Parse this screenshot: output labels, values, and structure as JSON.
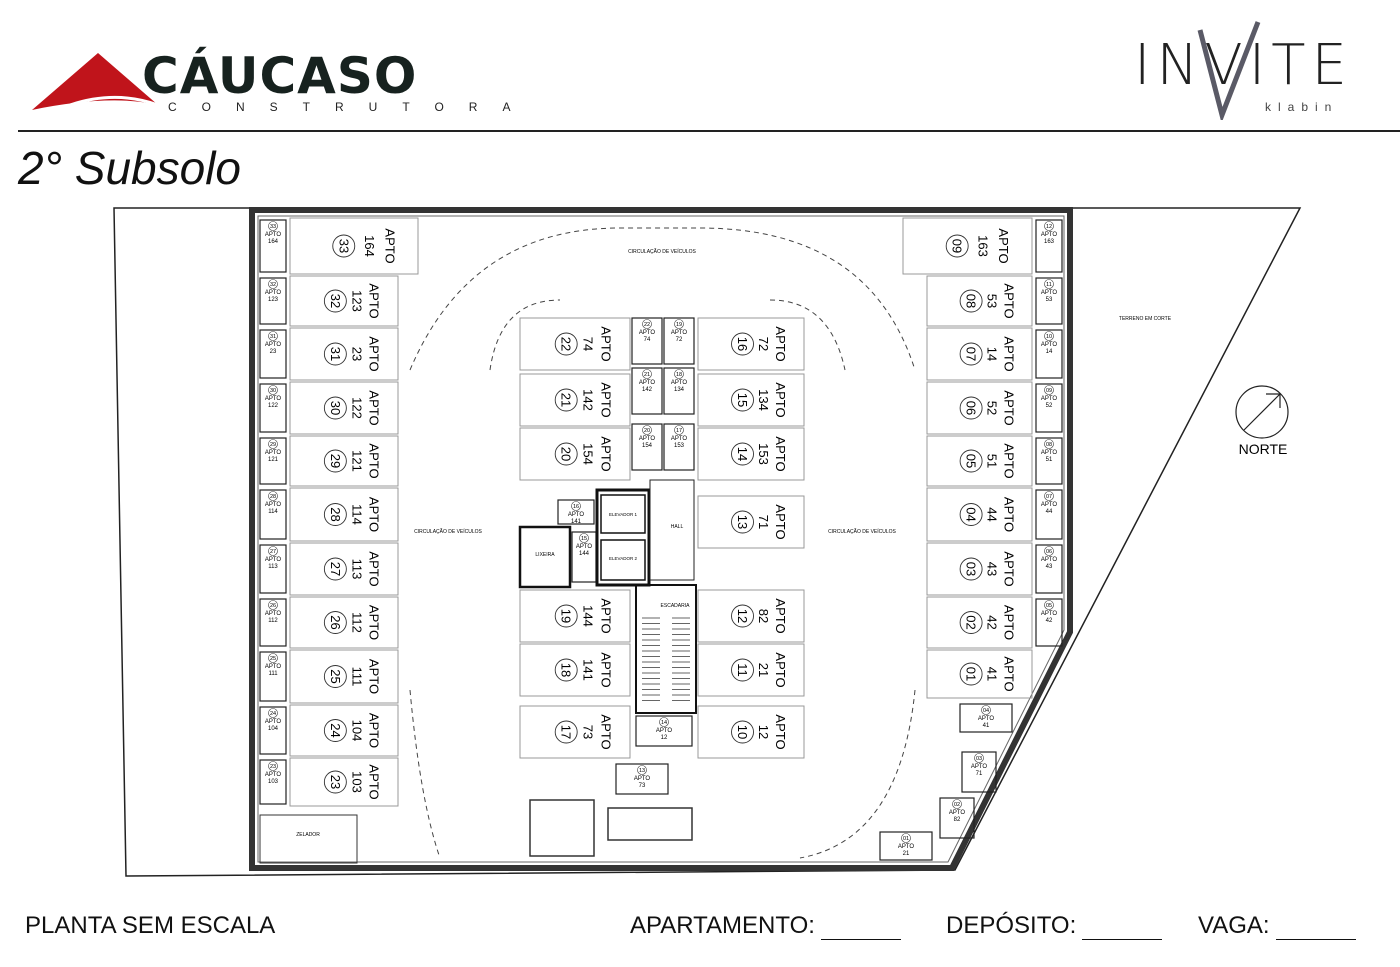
{
  "header": {
    "brand_left": "CÁUCASO",
    "brand_left_sub": "CONSTRUTORA",
    "brand_right": "INVITE",
    "brand_right_sub": "klabin",
    "title": "2° Subsolo"
  },
  "plan": {
    "north_label": "NORTE",
    "unit_prefix": "APTO",
    "circulation_label": "CIRCULAÇÃO DE VEÍCULOS",
    "small_labels": {
      "lift1": "ELEVADOR 1",
      "lift2": "ELEVADOR 2",
      "hall": "HALL",
      "stair": "ESCADARIA",
      "lixeira": "LIXEIRA",
      "zelador": "ZELADOR",
      "terreno": "TERRENO EM CORTE"
    },
    "left_stalls": [
      {
        "vaga": "33",
        "apto": "164"
      },
      {
        "vaga": "32",
        "apto": "123"
      },
      {
        "vaga": "31",
        "apto": "23"
      },
      {
        "vaga": "30",
        "apto": "122"
      },
      {
        "vaga": "29",
        "apto": "121"
      },
      {
        "vaga": "28",
        "apto": "114"
      },
      {
        "vaga": "27",
        "apto": "113"
      },
      {
        "vaga": "26",
        "apto": "112"
      },
      {
        "vaga": "25",
        "apto": "111"
      },
      {
        "vaga": "24",
        "apto": "104"
      },
      {
        "vaga": "23",
        "apto": "103"
      }
    ],
    "right_stalls": [
      {
        "vaga": "09",
        "apto": "163",
        "dep": "12",
        "dep_apto": "163"
      },
      {
        "vaga": "08",
        "apto": "53",
        "dep": "11",
        "dep_apto": "53"
      },
      {
        "vaga": "07",
        "apto": "14",
        "dep": "10",
        "dep_apto": "14"
      },
      {
        "vaga": "06",
        "apto": "52",
        "dep": "09",
        "dep_apto": "52"
      },
      {
        "vaga": "05",
        "apto": "51",
        "dep": "08",
        "dep_apto": "51"
      },
      {
        "vaga": "04",
        "apto": "44",
        "dep": "07",
        "dep_apto": "44"
      },
      {
        "vaga": "03",
        "apto": "43",
        "dep": "06",
        "dep_apto": "43"
      },
      {
        "vaga": "02",
        "apto": "42",
        "dep": "05",
        "dep_apto": "42"
      },
      {
        "vaga": "01",
        "apto": "41",
        "dep": null,
        "dep_apto": null
      }
    ],
    "center_left_stalls": [
      {
        "vaga": "22",
        "apto": "74"
      },
      {
        "vaga": "21",
        "apto": "142"
      },
      {
        "vaga": "20",
        "apto": "154"
      },
      {
        "vaga": "19",
        "apto": "144"
      },
      {
        "vaga": "18",
        "apto": "141"
      },
      {
        "vaga": "17",
        "apto": "73"
      }
    ],
    "center_right_stalls": [
      {
        "vaga": "16",
        "apto": "72"
      },
      {
        "vaga": "15",
        "apto": "134"
      },
      {
        "vaga": "14",
        "apto": "153"
      },
      {
        "vaga": "13",
        "apto": "71"
      },
      {
        "vaga": "12",
        "apto": "82"
      },
      {
        "vaga": "11",
        "apto": "21"
      },
      {
        "vaga": "10",
        "apto": "12"
      }
    ],
    "center_deposits": [
      {
        "dep": "22",
        "apto": "74"
      },
      {
        "dep": "19",
        "apto": "72"
      },
      {
        "dep": "21",
        "apto": "142"
      },
      {
        "dep": "18",
        "apto": "134"
      },
      {
        "dep": "20",
        "apto": "154"
      },
      {
        "dep": "17",
        "apto": "153"
      }
    ],
    "misc_deposits": [
      {
        "dep": "16",
        "apto": "141"
      },
      {
        "dep": "15",
        "apto": "144"
      },
      {
        "dep": "14",
        "apto": "12"
      },
      {
        "dep": "13",
        "apto": "73"
      },
      {
        "dep": "04",
        "apto": "41"
      },
      {
        "dep": "03",
        "apto": "71"
      },
      {
        "dep": "02",
        "apto": "82"
      },
      {
        "dep": "01",
        "apto": "21"
      }
    ]
  },
  "footer": {
    "scale_note": "PLANTA SEM ESCALA",
    "apartamento_label": "APARTAMENTO:",
    "deposito_label": "DEPÓSITO:",
    "vaga_label": "VAGA:"
  },
  "colors": {
    "brand_red": "#c0141b",
    "brand_dark": "#17221f",
    "line": "#222222"
  }
}
